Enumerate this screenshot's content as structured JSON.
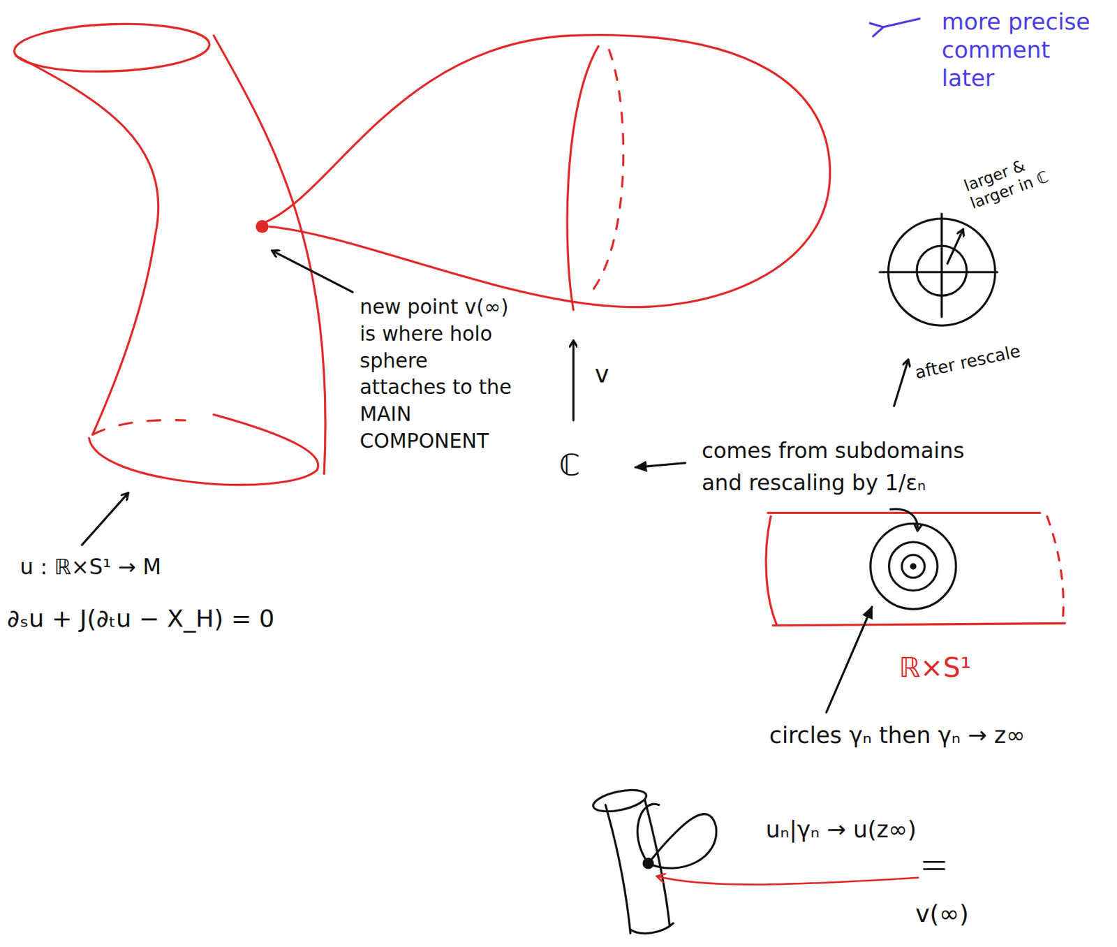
{
  "diagram": {
    "labels": [
      "more precise comment later",
      "larger & larger in ℂ",
      "new point v(∞) is where holo sphere attaches to the MAIN COMPONENT",
      "v",
      "ℂ",
      "after rescale",
      "comes from subdomains and rescaling by 1/εₙ",
      "ℝ×S¹",
      "u : ℝ×S¹ → M",
      "∂ₛu + J(∂ₜu − X_H) = 0",
      "circles γₙ then γₙ → z∞",
      "uₙ|γₙ → u(z∞)",
      "||",
      "v(∞)"
    ]
  }
}
